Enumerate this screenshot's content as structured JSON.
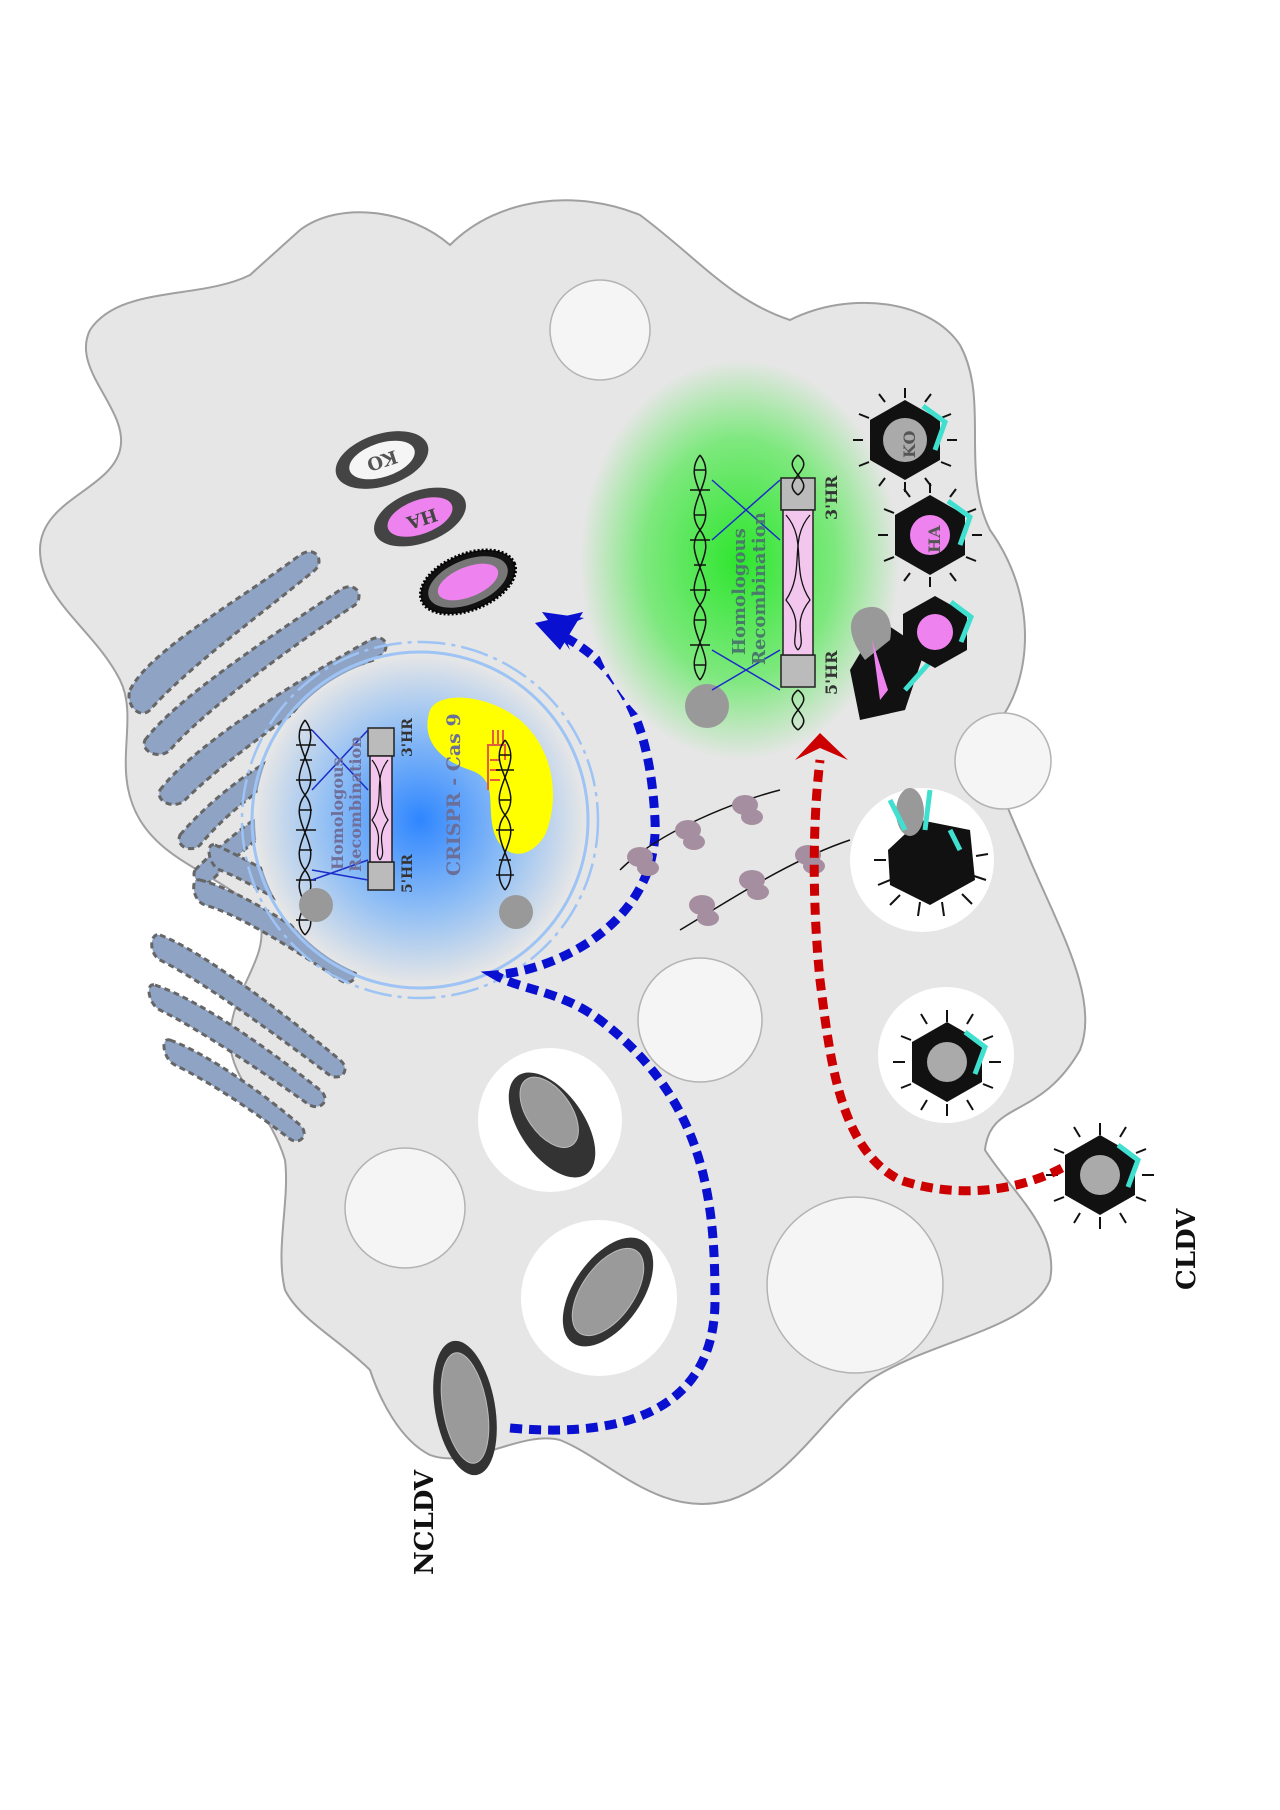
{
  "labels": {
    "crispr": "CRISPR - Cas 9",
    "hr_nucleus": "Homologous Recombination",
    "hr_nucleus_l1": "Homologous",
    "hr_nucleus_l2": "Recombination",
    "hr_factory_l1": "Homologous",
    "hr_factory_l2": "Recombination",
    "five_hr_nucleus": "5'HR",
    "three_hr_nucleus": "3'HR",
    "five_hr_factory": "5'HR",
    "three_hr_factory": "3'HR",
    "ko_ncldv": "KO",
    "ha_ncldv": "HA",
    "ko_cldv": "KO",
    "ha_cldv": "HA",
    "ncldv": "NCLDV",
    "cldv": "CLDV"
  },
  "colors": {
    "cell": "#e6e6e6",
    "ncldv_path": "#0a10d0",
    "cldv_path": "#cc0000",
    "nucleus_glow": "#3a8cff",
    "factory_glow": "#36e636",
    "cas9": "#ffff00",
    "insert": "#f3c6ee",
    "payload": "#ee82ee",
    "capsid_accent": "#40e0d0",
    "golgi": "#8fa3c4",
    "ribosome": "#a58ea0"
  }
}
